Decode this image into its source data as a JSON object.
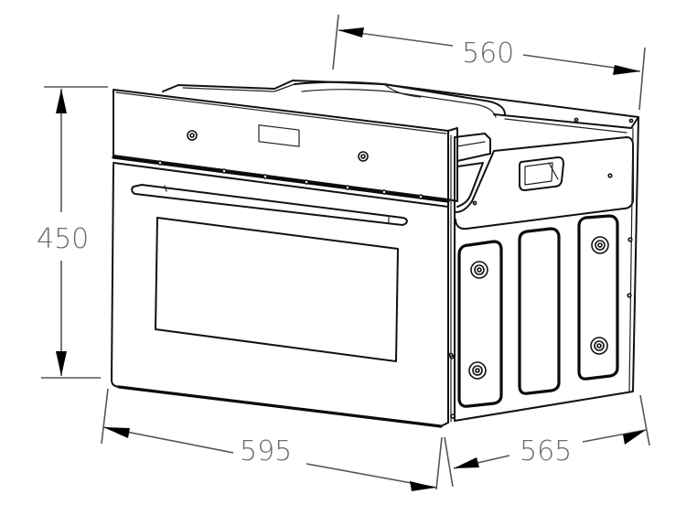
{
  "diagram": {
    "subject": "Built-in oven dimension drawing",
    "units": "mm",
    "dimensions": {
      "top_depth": "560",
      "height": "450",
      "width": "595",
      "side_depth": "565"
    },
    "colors": {
      "line": "#111111",
      "dimension_line": "#555555",
      "label": "#6b6b6b",
      "background": "#ffffff"
    }
  }
}
